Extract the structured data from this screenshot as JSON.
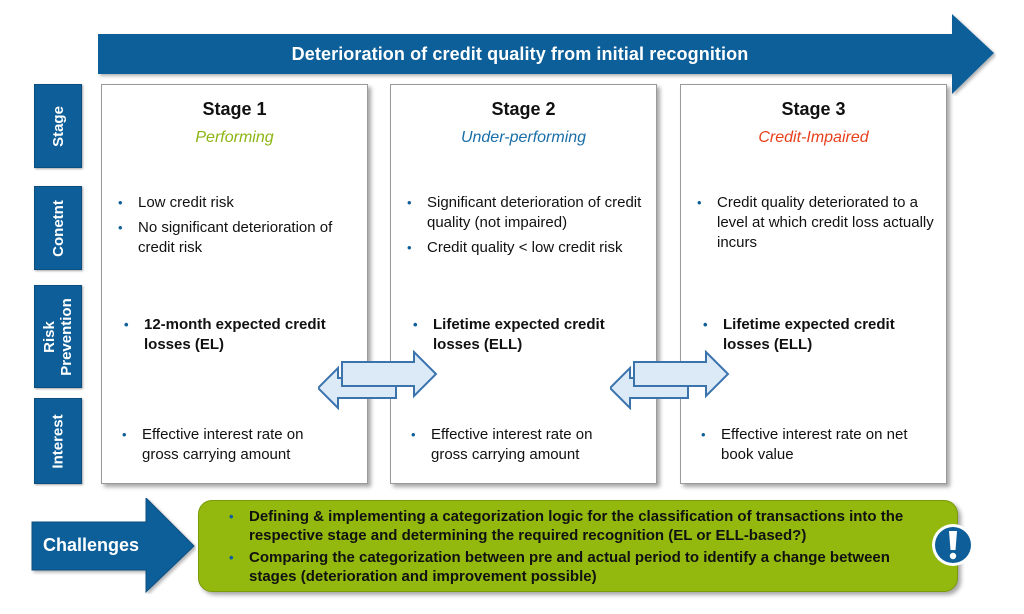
{
  "header": {
    "title": "Deterioration of credit quality from initial recognition"
  },
  "row_labels": [
    {
      "id": "stage",
      "label": "Stage"
    },
    {
      "id": "content",
      "label": "Conetnt"
    },
    {
      "id": "risk-prevention",
      "label": "Risk\nPrevention",
      "lines": [
        "Risk",
        "Prevention"
      ]
    },
    {
      "id": "interest",
      "label": "Interest"
    }
  ],
  "stages": [
    {
      "title": "Stage 1",
      "subtitle": "Performing",
      "subtitle_color": "#8db514",
      "content": [
        "Low credit risk",
        "No significant deterioration of credit risk"
      ],
      "risk_prevention": [
        "12-month expected credit losses (EL)"
      ],
      "interest": [
        "Effective interest rate on gross carrying amount"
      ]
    },
    {
      "title": "Stage 2",
      "subtitle": "Under-performing",
      "subtitle_color": "#1a6ea8",
      "content": [
        "Significant deterioration of credit quality (not impaired)",
        "Credit quality < low credit risk"
      ],
      "risk_prevention": [
        "Lifetime expected credit losses (ELL)"
      ],
      "interest": [
        "Effective interest rate on gross carrying amount"
      ]
    },
    {
      "title": "Stage 3",
      "subtitle": "Credit-Impaired",
      "subtitle_color": "#e8401c",
      "content": [
        "Credit quality deteriorated to a level at which credit loss actually incurs"
      ],
      "risk_prevention": [
        "Lifetime expected credit losses (ELL)"
      ],
      "interest": [
        "Effective interest rate on net book value"
      ]
    }
  ],
  "transitions": [
    {
      "between": [
        "Stage 1",
        "Stage 2"
      ],
      "icon": "double-arrow-icon"
    },
    {
      "between": [
        "Stage 2",
        "Stage 3"
      ],
      "icon": "double-arrow-icon"
    }
  ],
  "challenges": {
    "label": "Challenges",
    "items": [
      "Defining & implementing a categorization logic for the classification of transactions into the respective stage and determining the required recognition (EL or ELL-based?)",
      "Comparing the categorization between pre and actual period to identify a change between stages (deterioration and improvement possible)"
    ],
    "icon": "exclamation-icon"
  },
  "colors": {
    "primary_blue": "#0e5f99",
    "challenge_green": "#93b90f",
    "arrow_light": "#dce9f7"
  }
}
